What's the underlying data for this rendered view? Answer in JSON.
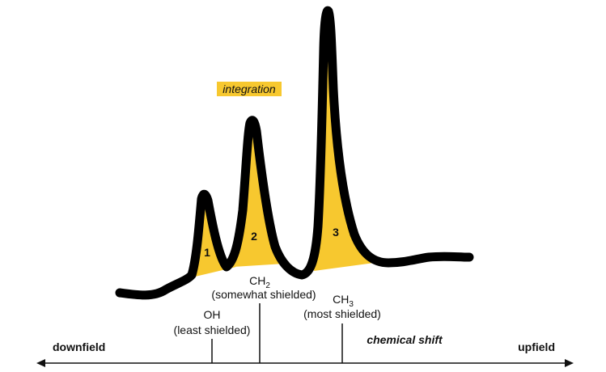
{
  "colors": {
    "integration_fill": "#f7c82f",
    "spectrum_line": "#000000",
    "text": "#111111"
  },
  "integration_label": "integration",
  "peaks": [
    {
      "number": "1",
      "group": "OH",
      "description": "(least shielded)"
    },
    {
      "number": "2",
      "group_base": "CH",
      "group_sub": "2",
      "description": "(somewhat shielded)"
    },
    {
      "number": "3",
      "group_base": "CH",
      "group_sub": "3",
      "description": "(most shielded)"
    }
  ],
  "axis": {
    "left_label": "downfield",
    "right_label": "upfield",
    "title": "chemical shift"
  }
}
